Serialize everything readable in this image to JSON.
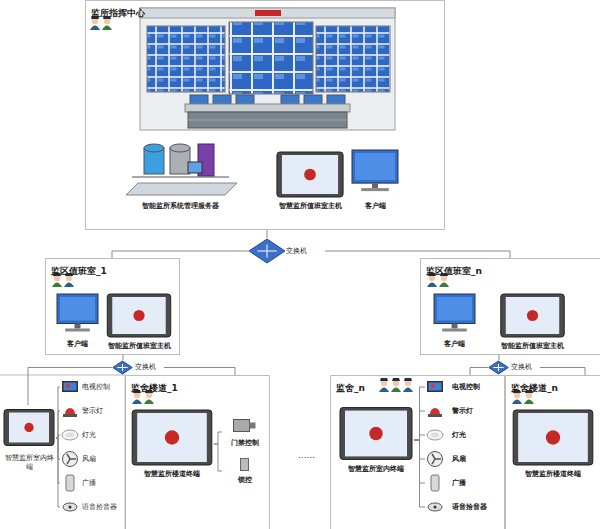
{
  "diagram": {
    "nodes": [
      {
        "text": [
          "监所指挥中心"
        ]
      },
      {
        "text": [
          "智能监所系统管理服务器"
        ],
        "in": 0
      },
      {
        "text": [
          "智慧监所值班室主机"
        ],
        "in": 0
      },
      {
        "text": [
          "客户端"
        ],
        "in": 0
      },
      {
        "text": [
          "交换机"
        ]
      },
      {
        "text": [
          "监区值班室_1"
        ]
      },
      {
        "text": [
          "客户端"
        ],
        "in": 5
      },
      {
        "text": [
          "智能监所值班室主机"
        ],
        "in": 5
      },
      {
        "text": [
          "监区值班室_n"
        ]
      },
      {
        "text": [
          "客户端"
        ],
        "in": 8
      },
      {
        "text": [
          "智能监所值班室主机"
        ],
        "in": 8
      },
      {
        "text": [
          "交换机"
        ]
      },
      {
        "text": [
          "交换机"
        ]
      },
      {
        "text": [
          "智慧监所室内终端"
        ]
      },
      {
        "text": [
          "电视控制"
        ]
      },
      {
        "text": [
          "警示灯"
        ]
      },
      {
        "text": [
          "灯光"
        ]
      },
      {
        "text": [
          "风扇"
        ]
      },
      {
        "text": [
          "广播"
        ]
      },
      {
        "text": [
          "语音拾音器"
        ]
      },
      {
        "text": [
          "监舍楼道_1"
        ]
      },
      {
        "text": [
          "智慧监所楼道终端"
        ],
        "in": 20
      },
      {
        "text": [
          "门禁控制"
        ],
        "in": 20
      },
      {
        "text": [
          "锁控"
        ],
        "in": 20
      },
      {
        "text": [
          "监舍_n"
        ]
      },
      {
        "text": [
          "智慧监所室内终端"
        ],
        "in": 24
      },
      {
        "text": [
          "电视控制"
        ],
        "in": 24
      },
      {
        "text": [
          "警示灯"
        ],
        "in": 24
      },
      {
        "text": [
          "灯光"
        ],
        "in": 24
      },
      {
        "text": [
          "风扇"
        ],
        "in": 24
      },
      {
        "text": [
          "广播"
        ],
        "in": 24
      },
      {
        "text": [
          "语音拾音器"
        ],
        "in": 24
      },
      {
        "text": [
          "监舍楼道_n"
        ]
      },
      {
        "text": [
          "智慧监所楼道终端"
        ],
        "in": 32
      }
    ],
    "edges": [
      {
        "from": 4,
        "to": 0,
        "arrow": "none"
      },
      {
        "from": 4,
        "to": 5,
        "arrow": "none"
      },
      {
        "from": 4,
        "to": 8,
        "arrow": "none"
      },
      {
        "from": 5,
        "to": 11,
        "arrow": "none"
      },
      {
        "from": 8,
        "to": 12,
        "arrow": "none"
      },
      {
        "from": 11,
        "to": 13,
        "arrow": "none"
      },
      {
        "from": 11,
        "to": 20,
        "arrow": "none"
      },
      {
        "from": 12,
        "to": 24,
        "arrow": "none"
      },
      {
        "from": 12,
        "to": 32,
        "arrow": "none"
      },
      {
        "from": 13,
        "to": 14,
        "arrow": "none"
      },
      {
        "from": 13,
        "to": 15,
        "arrow": "none"
      },
      {
        "from": 13,
        "to": 16,
        "arrow": "none"
      },
      {
        "from": 13,
        "to": 17,
        "arrow": "none"
      },
      {
        "from": 13,
        "to": 18,
        "arrow": "none"
      },
      {
        "from": 13,
        "to": 19,
        "arrow": "none"
      },
      {
        "from": 21,
        "to": 22,
        "arrow": "none"
      },
      {
        "from": 21,
        "to": 23,
        "arrow": "none"
      },
      {
        "from": 25,
        "to": 26,
        "arrow": "none"
      },
      {
        "from": 25,
        "to": 27,
        "arrow": "none"
      },
      {
        "from": 25,
        "to": 28,
        "arrow": "none"
      },
      {
        "from": 25,
        "to": 29,
        "arrow": "none"
      },
      {
        "from": 25,
        "to": 30,
        "arrow": "none"
      },
      {
        "from": 25,
        "to": 31,
        "arrow": "none"
      }
    ],
    "labels": [
      "......"
    ]
  }
}
